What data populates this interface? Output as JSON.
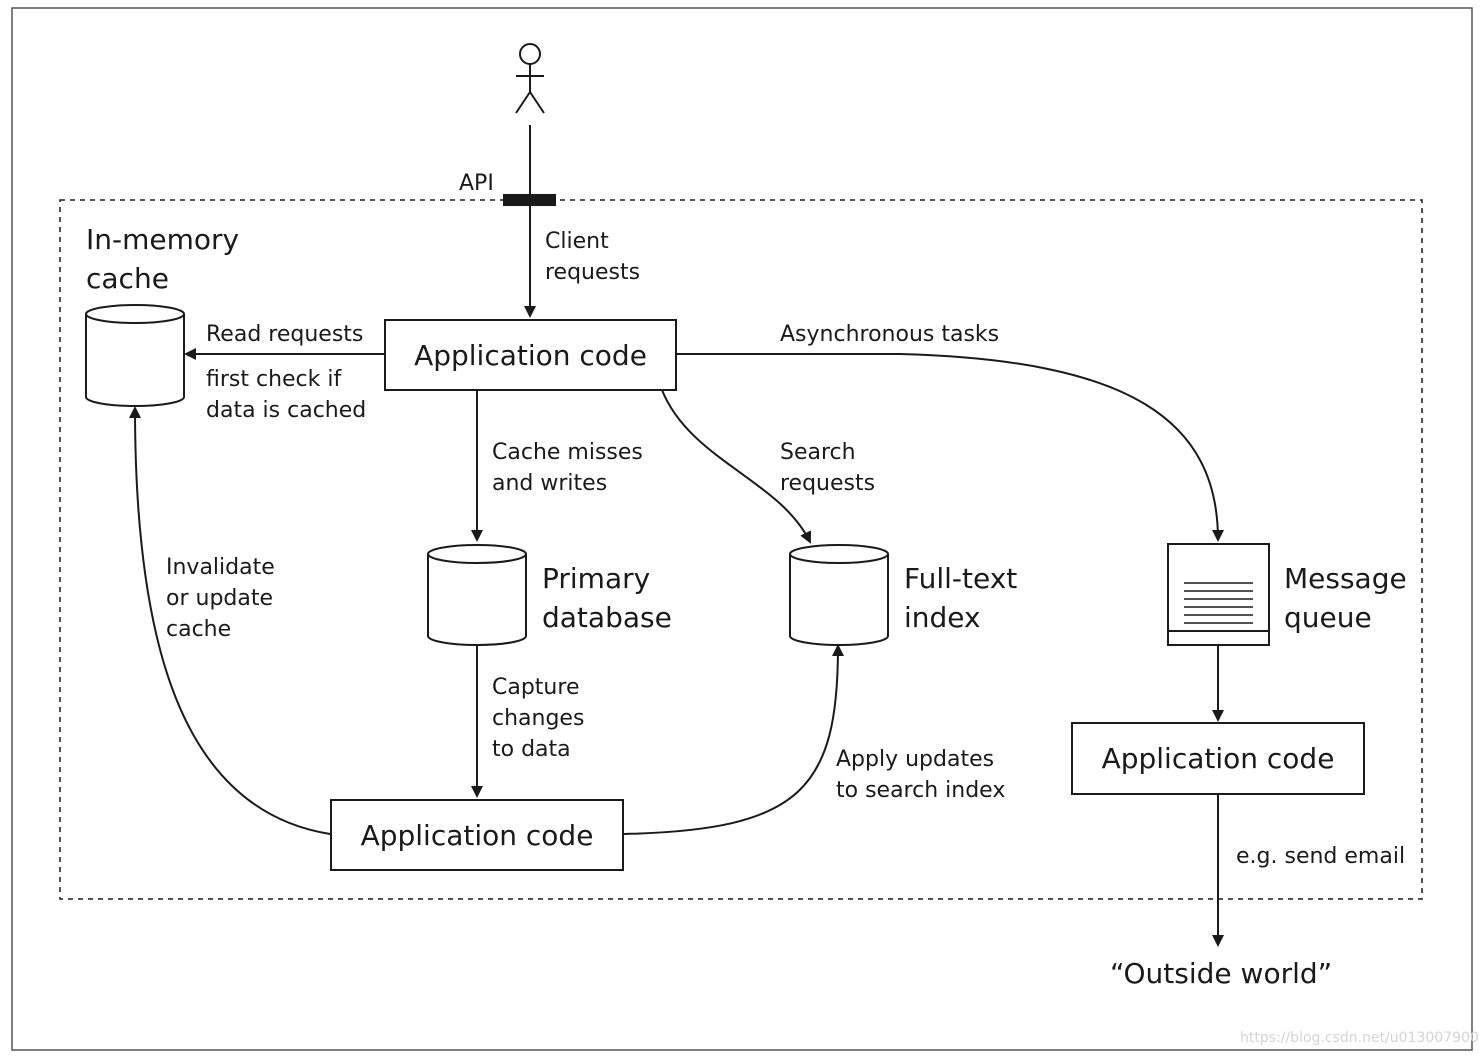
{
  "api_label": "API",
  "cache_title": "In-memory\ncache",
  "app_code_top": "Application code",
  "app_code_bottom": "Application code",
  "app_code_right": "Application code",
  "primary_db": "Primary\ndatabase",
  "fulltext_index": "Full-text\nindex",
  "message_queue": "Message\nqueue",
  "outside_world": "“Outside world”",
  "edges": {
    "client_requests": "Client\nrequests",
    "read_requests": "Read requests",
    "read_requests_note": "first check if\ndata is cached",
    "async_tasks": "Asynchronous tasks",
    "cache_misses": "Cache misses\nand writes",
    "search_requests": "Search\nrequests",
    "invalidate_cache": "Invalidate\nor update\ncache",
    "capture_changes": "Capture\nchanges\nto data",
    "apply_updates": "Apply updates\nto search index",
    "send_email": "e.g. send email"
  },
  "watermark": "https://blog.csdn.net/u013007900"
}
